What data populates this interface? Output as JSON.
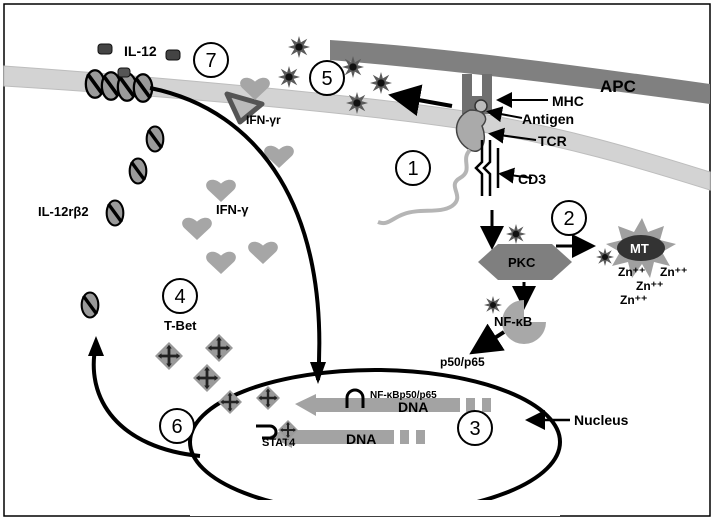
{
  "labels": {
    "apc": "APC",
    "il12": "IL-12",
    "ifn_receptor": "IFN-γr",
    "mhc": "MHC",
    "antigen": "Antigen",
    "tcr": "TCR",
    "cd3": "CD3",
    "il12_receptor": "IL-12rβ2",
    "ifn_gamma": "IFN-γ",
    "tbet": "T-Bet",
    "pkc": "PKC",
    "mt": "MT",
    "zn": "Zn⁺⁺",
    "nfkb": "NF-κB",
    "p50p65": "p50/p65",
    "nfkb_p50p65": "NF-κBp50/p65",
    "dna": "DNA",
    "stat4": "STAT4",
    "nucleus": "Nucleus"
  },
  "steps": [
    "1",
    "2",
    "3",
    "4",
    "5",
    "6",
    "7"
  ],
  "colors": {
    "membrane": "#d3d3d3",
    "apc_band": "#808080",
    "heart": "#a6a6a6",
    "pkc": "#7f7f7f",
    "mt": "#333333",
    "star": "#2b2b2b",
    "dna_arrow": "#a3a3a3"
  }
}
